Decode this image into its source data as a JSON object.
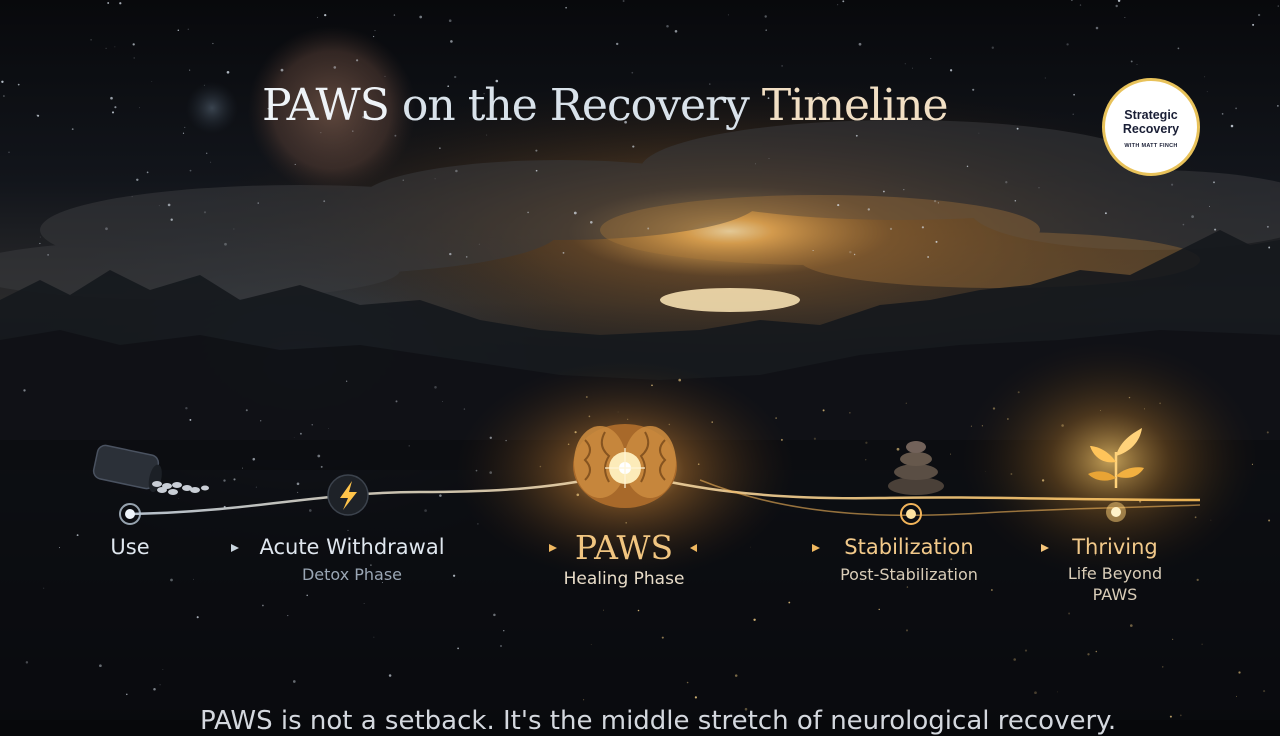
{
  "slide": {
    "title_part1": "PAWS",
    "title_part2": " on the Recovery ",
    "title_part3": "Timeline",
    "bottom_text": "PAWS is not a setback. It's the middle stretch of neurological recovery."
  },
  "badge": {
    "line1": "Strategic",
    "line2": "Recovery",
    "line3": "WITH MATT FINCH"
  },
  "stages": [
    {
      "label": "Use",
      "sublabel": ""
    },
    {
      "label": "Acute Withdrawal",
      "sublabel": "Detox Phase"
    },
    {
      "label": "PAWS",
      "sublabel": "Healing Phase"
    },
    {
      "label": "Stabilization",
      "sublabel": "Post-Stabilization"
    },
    {
      "label": "Thriving",
      "sublabel": "Life Beyond PAWS"
    }
  ],
  "icons": [
    "pill-bottle-icon",
    "lightning-icon",
    "brain-icon",
    "stacked-stones-icon",
    "sprout-icon"
  ],
  "colors": {
    "gold": "#f1c580",
    "cool": "#dfe6ee",
    "badge_ring": "#e8c25a"
  }
}
